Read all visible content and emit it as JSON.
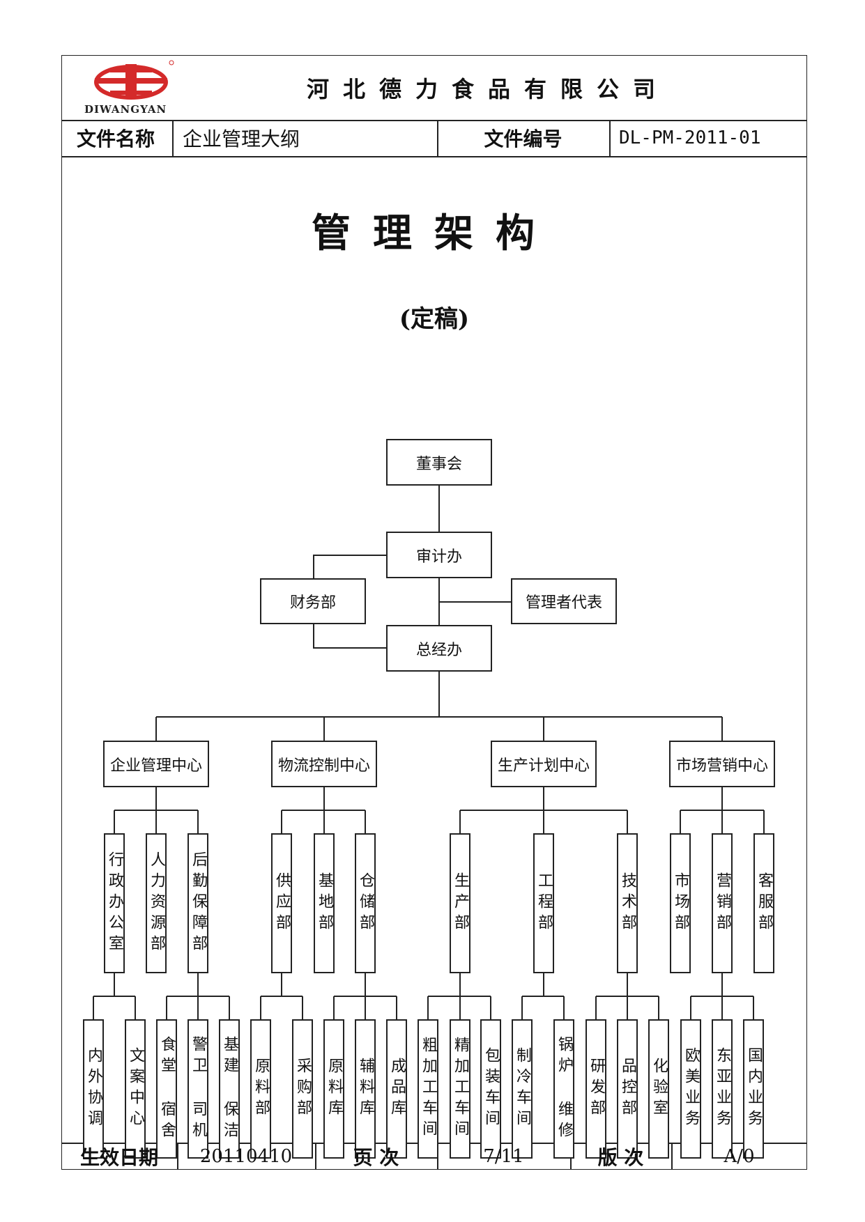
{
  "header": {
    "logo_text": "DIWANGYAN",
    "company": "河北德力食品有限公司",
    "file_name_label": "文件名称",
    "file_name": "企业管理大纲",
    "file_no_label": "文件编号",
    "file_no": "DL-PM-2011-01"
  },
  "doc": {
    "title": "管理架构",
    "subtitle": "(定稿)"
  },
  "org": {
    "board": "董事会",
    "audit": "审计办",
    "finance": "财务部",
    "mgmt_rep": "管理者代表",
    "gm_office": "总经办",
    "centers": [
      {
        "name": "企业管理中心",
        "depts": [
          {
            "name": "行政办公室",
            "subs": [
              "内外协调",
              "文案中心"
            ]
          },
          {
            "name": "人力资源部",
            "subs": []
          },
          {
            "name": "后勤保障部",
            "subs": [
              "食堂 宿舍",
              "警卫 司机",
              "基建 保洁"
            ]
          }
        ]
      },
      {
        "name": "物流控制中心",
        "depts": [
          {
            "name": "供应部",
            "subs": [
              "原料部",
              "采购部"
            ]
          },
          {
            "name": "基地部",
            "subs": []
          },
          {
            "name": "仓储部",
            "subs": [
              "原料库",
              "辅料库",
              "成品库"
            ]
          }
        ]
      },
      {
        "name": "生产计划中心",
        "depts": [
          {
            "name": "生产部",
            "subs": [
              "粗加工车间",
              "精加工车间",
              "包装车间"
            ]
          },
          {
            "name": "工程部",
            "subs": [
              "制冷车间",
              "锅炉 维修"
            ]
          },
          {
            "name": "技术部",
            "subs": [
              "研发部",
              "品控部",
              "化验室"
            ]
          }
        ]
      },
      {
        "name": "市场营销中心",
        "depts": [
          {
            "name": "市场部",
            "subs": []
          },
          {
            "name": "营销部",
            "subs": [
              "欧美业务",
              "东亚业务",
              "国内业务"
            ]
          },
          {
            "name": "客服部",
            "subs": []
          }
        ]
      }
    ]
  },
  "footer": {
    "effective_label": "生效日期",
    "effective_date": "20110410",
    "page_label": "页 次",
    "page": "7/11",
    "version_label": "版 次",
    "version": "A/0"
  }
}
